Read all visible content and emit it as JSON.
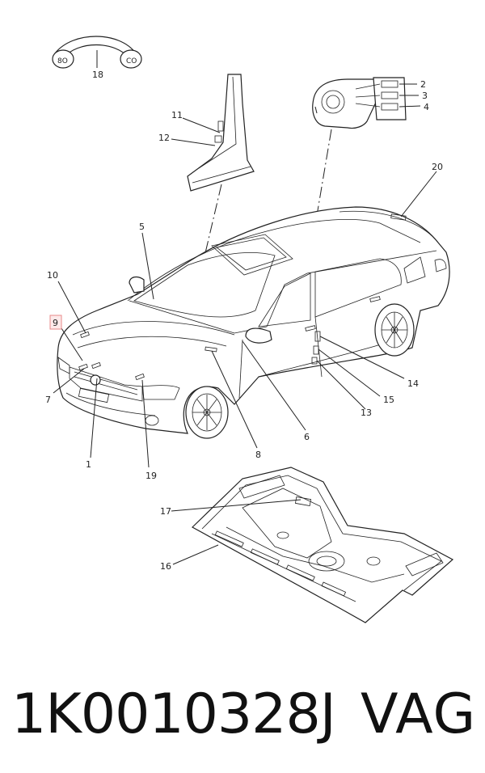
{
  "callouts": {
    "n1": "1",
    "n2": "2",
    "n3": "3",
    "n4": "4",
    "n5": "5",
    "n6": "6",
    "n7": "7",
    "n8": "8",
    "n9": "9",
    "n10": "10",
    "n11": "11",
    "n12": "12",
    "n13": "13",
    "n14": "14",
    "n15": "15",
    "n16": "16",
    "n17": "17",
    "n18": "18",
    "n19": "19",
    "n20": "20"
  },
  "footer": {
    "part_number": "1K0010328J",
    "brand": "VAG"
  },
  "colors": {
    "highlight": "#e88a8a",
    "ink": "#222222"
  }
}
